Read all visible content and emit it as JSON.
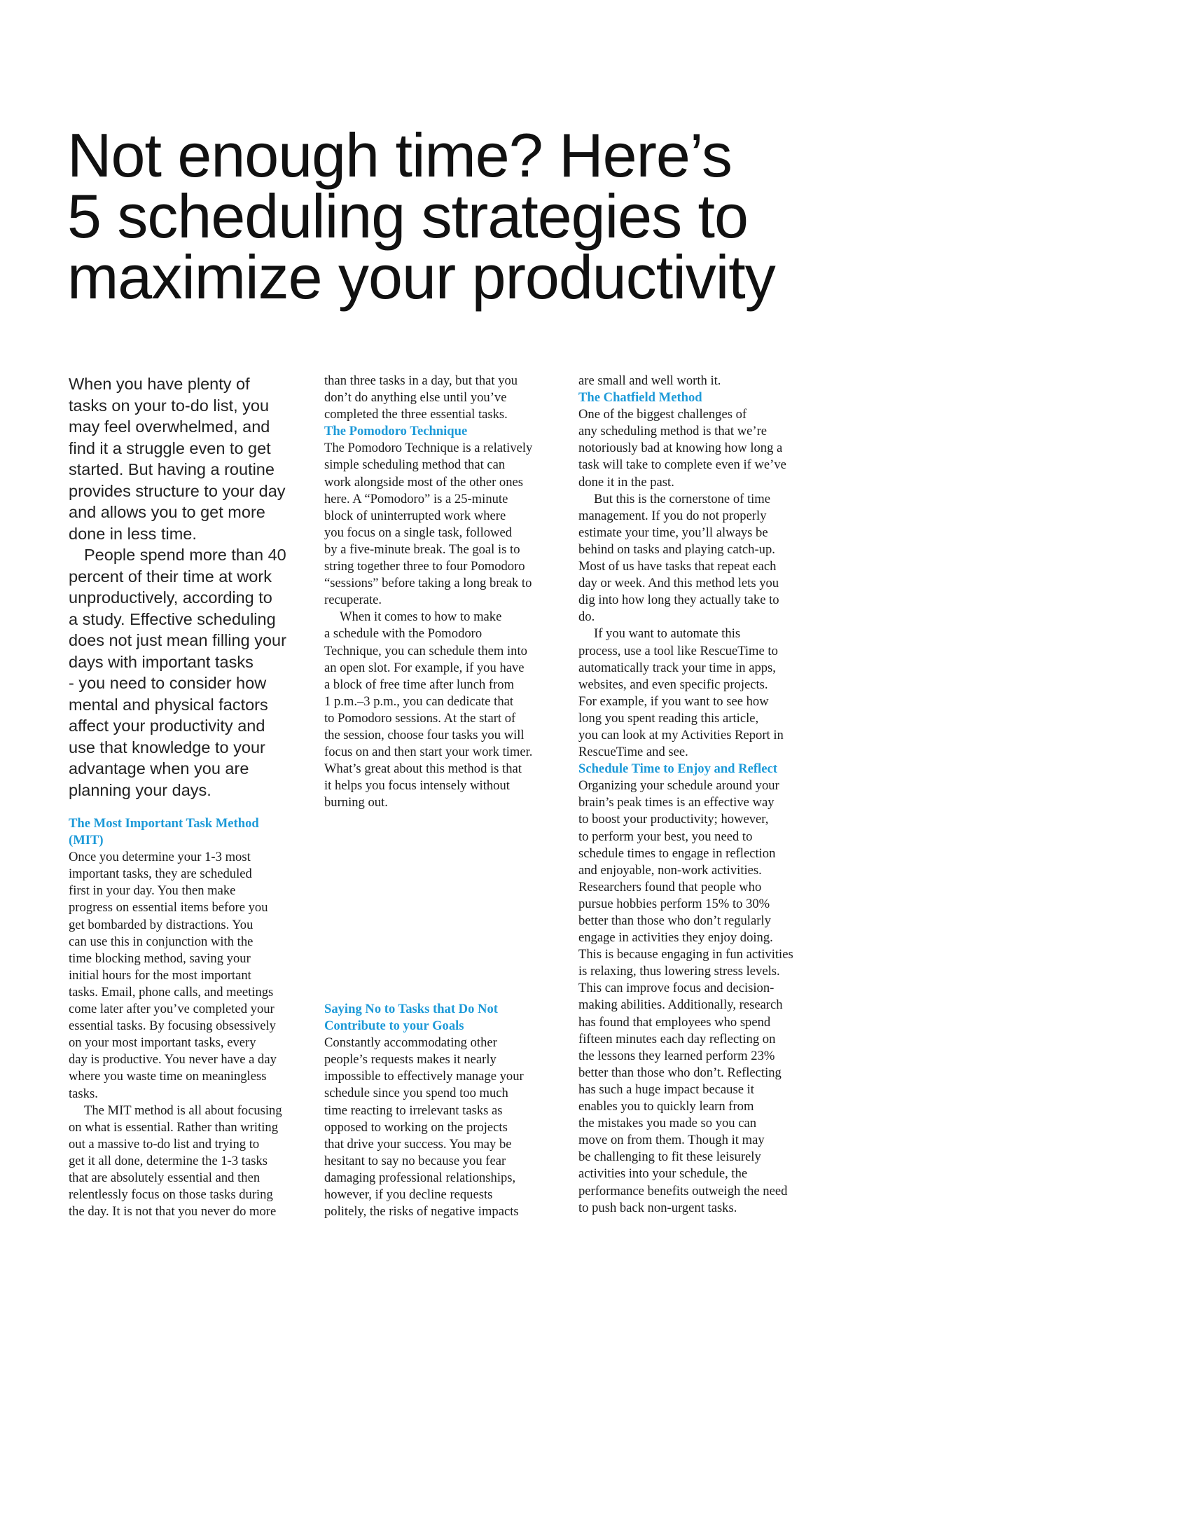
{
  "article": {
    "title_lines": [
      "Not enough time? Here’s",
      "5 scheduling strategies to",
      "maximize your productivity"
    ],
    "accent_color": "#1d9ad8",
    "intro": [
      {
        "indent": false,
        "lines": [
          "When you have plenty of",
          "tasks on your to-do list, you",
          "may feel overwhelmed, and",
          "find it a struggle even to get",
          "started. But having a routine",
          "provides structure to your day",
          "and allows you to get more",
          "done in less time."
        ]
      },
      {
        "indent": true,
        "lines": [
          "People spend more than 40",
          "percent of their time at work",
          "unproductively, according to",
          "a study. Effective scheduling",
          "does not just mean filling your",
          "days with important tasks",
          "- you need to consider how",
          "mental and physical factors",
          "affect your productivity and",
          "use that knowledge to your",
          "advantage when you are",
          "planning your days."
        ]
      }
    ],
    "columns": {
      "c1a": [
        {
          "heading": true,
          "lines": [
            "The Most Important Task Method",
            "(MIT)"
          ]
        },
        {
          "indent": false,
          "lines": [
            "Once you determine your 1-3 most",
            "important tasks, they are scheduled",
            "first in your day. You then make",
            "progress on essential items before you",
            "get bombarded by distractions. You",
            "can use this in conjunction with the",
            "time blocking method, saving your",
            "initial hours for the most important",
            "tasks. Email, phone calls, and meetings",
            "come later after you’ve completed your",
            "essential tasks. By focusing obsessively",
            "on your most important tasks, every",
            "day is productive. You never have a day",
            "where you waste time on meaningless",
            "tasks."
          ]
        },
        {
          "indent": true,
          "lines": [
            "The MIT method is all about focusing",
            "on what is essential. Rather than writing",
            "out a massive to-do list and trying to",
            "get it all done, determine the 1-3 tasks",
            "that are absolutely essential and then",
            "relentlessly focus on those tasks during",
            "the day. It is not that you never do more"
          ]
        }
      ],
      "c2a": [
        {
          "indent": false,
          "lines": [
            "than three tasks in a day, but that you",
            "don’t do anything else until you’ve",
            "completed the three essential tasks."
          ]
        },
        {
          "heading": true,
          "lines": [
            "The Pomodoro Technique"
          ]
        },
        {
          "indent": false,
          "lines": [
            "The Pomodoro Technique is a relatively",
            "simple scheduling method that can",
            "work alongside most of the other ones",
            "here. A “Pomodoro” is a 25-minute",
            "block of uninterrupted work where",
            "you focus on a single task, followed",
            "by a five-minute break. The goal is to",
            "string together three to four Pomodoro",
            "“sessions” before taking a long break to",
            "recuperate."
          ]
        },
        {
          "indent": true,
          "lines": [
            "When it comes to how to make",
            "a schedule with the Pomodoro",
            "Technique, you can schedule them into",
            "an open slot. For example, if you have",
            "a block of free time after lunch from",
            "1 p.m.–3 p.m., you can dedicate that",
            "to Pomodoro sessions. At the start of",
            "the session, choose four tasks you will",
            "focus on and then start your work timer.",
            "What’s great about this method is that",
            "it helps you focus intensely without",
            "burning out."
          ]
        }
      ],
      "c2b": [
        {
          "heading": true,
          "lines": [
            "Saying No to Tasks that Do Not",
            "Contribute to your Goals"
          ]
        },
        {
          "indent": false,
          "lines": [
            "Constantly accommodating other",
            "people’s requests makes it nearly",
            "impossible to effectively manage your",
            "schedule since you spend too much",
            "time reacting to irrelevant tasks as",
            "opposed to working on the projects",
            "that drive your success. You may be",
            "hesitant to say no because you fear",
            "damaging professional relationships,",
            "however, if you decline requests",
            "politely, the risks of negative impacts"
          ]
        }
      ],
      "c3a": [
        {
          "indent": false,
          "lines": [
            "are small and well worth it."
          ]
        },
        {
          "heading": true,
          "lines": [
            "The Chatfield Method"
          ]
        },
        {
          "indent": false,
          "lines": [
            "One of the biggest challenges of",
            "any scheduling method is that we’re",
            "notoriously bad at knowing how long a",
            "task will take to complete even if we’ve",
            "done it in the past."
          ]
        },
        {
          "indent": true,
          "lines": [
            "But this is the cornerstone of time",
            "management. If you do not properly",
            "estimate your time, you’ll always be",
            "behind on tasks and playing catch-up.",
            "Most of us have tasks that repeat each",
            "day or week. And this method lets you",
            "dig into how long they actually take to",
            "do."
          ]
        },
        {
          "indent": true,
          "lines": [
            "If you want to automate this",
            "process, use a tool like RescueTime to",
            "automatically track your time in apps,",
            "websites, and even specific projects.",
            "For example, if you want to see how",
            "long you spent reading this article,",
            "you can look at my Activities Report in",
            "RescueTime and see."
          ]
        },
        {
          "heading": true,
          "lines": [
            "Schedule Time to Enjoy and Reflect"
          ]
        },
        {
          "indent": false,
          "lines": [
            "Organizing your schedule around your",
            "brain’s peak times is an effective way",
            "to boost your productivity; however,",
            "to perform your best, you need to",
            "schedule times to engage in reflection",
            "and enjoyable, non-work activities.",
            "Researchers found that people who",
            "pursue hobbies perform 15% to 30%",
            "better than those who don’t regularly",
            "engage in activities they enjoy doing.",
            "This is because engaging in fun activities",
            "is relaxing, thus lowering stress levels.",
            "This can improve focus and decision-",
            "making abilities. Additionally, research",
            "has found that employees who spend",
            "fifteen minutes each day reflecting on",
            "the lessons they learned perform 23%",
            "better than those who don’t. Reflecting",
            "has such a huge impact because it",
            "enables you to quickly learn from",
            "the mistakes you made so you can",
            "move on from them. Though it may",
            "be challenging to fit these leisurely",
            "activities into your schedule, the",
            "performance benefits outweigh the need",
            "to push back non-urgent tasks."
          ]
        }
      ]
    }
  }
}
